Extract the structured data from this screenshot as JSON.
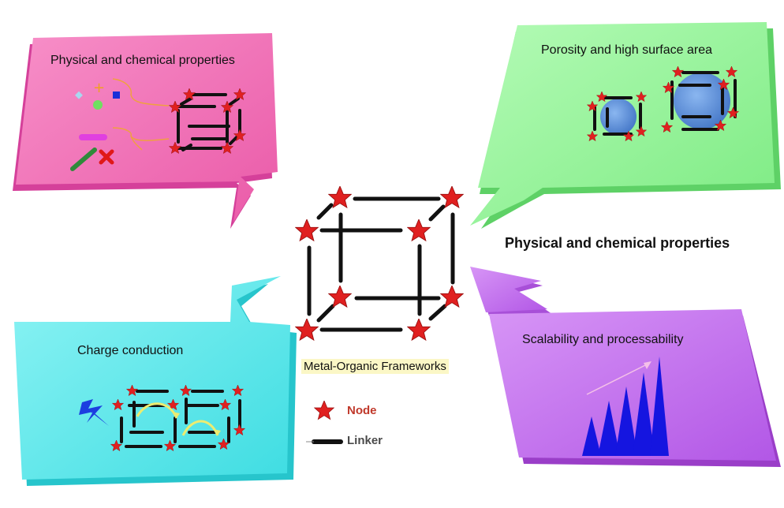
{
  "panels": {
    "pink": {
      "label": "Physical and chemical properties",
      "color": "#f26fb6"
    },
    "green": {
      "label": "Porosity and high surface area",
      "color": "#97f59c"
    },
    "cyan": {
      "label": "Charge conduction",
      "color": "#5de9ec"
    },
    "purple": {
      "label": "Scalability and processability",
      "color": "#c26ff0"
    }
  },
  "side_label": "Physical and chemical properties",
  "center_label": "Metal-Organic Frameworks",
  "legend": {
    "node_label": "Node",
    "linker_label": "Linker"
  },
  "colors": {
    "node": "#e02020",
    "linker": "#111111",
    "pore": "#5b8fd6",
    "spike": "#1515e0"
  },
  "icons": [
    "star-node-icon",
    "linker-bar-icon",
    "lightning-icon",
    "cross-icon",
    "trend-arrow-icon"
  ]
}
